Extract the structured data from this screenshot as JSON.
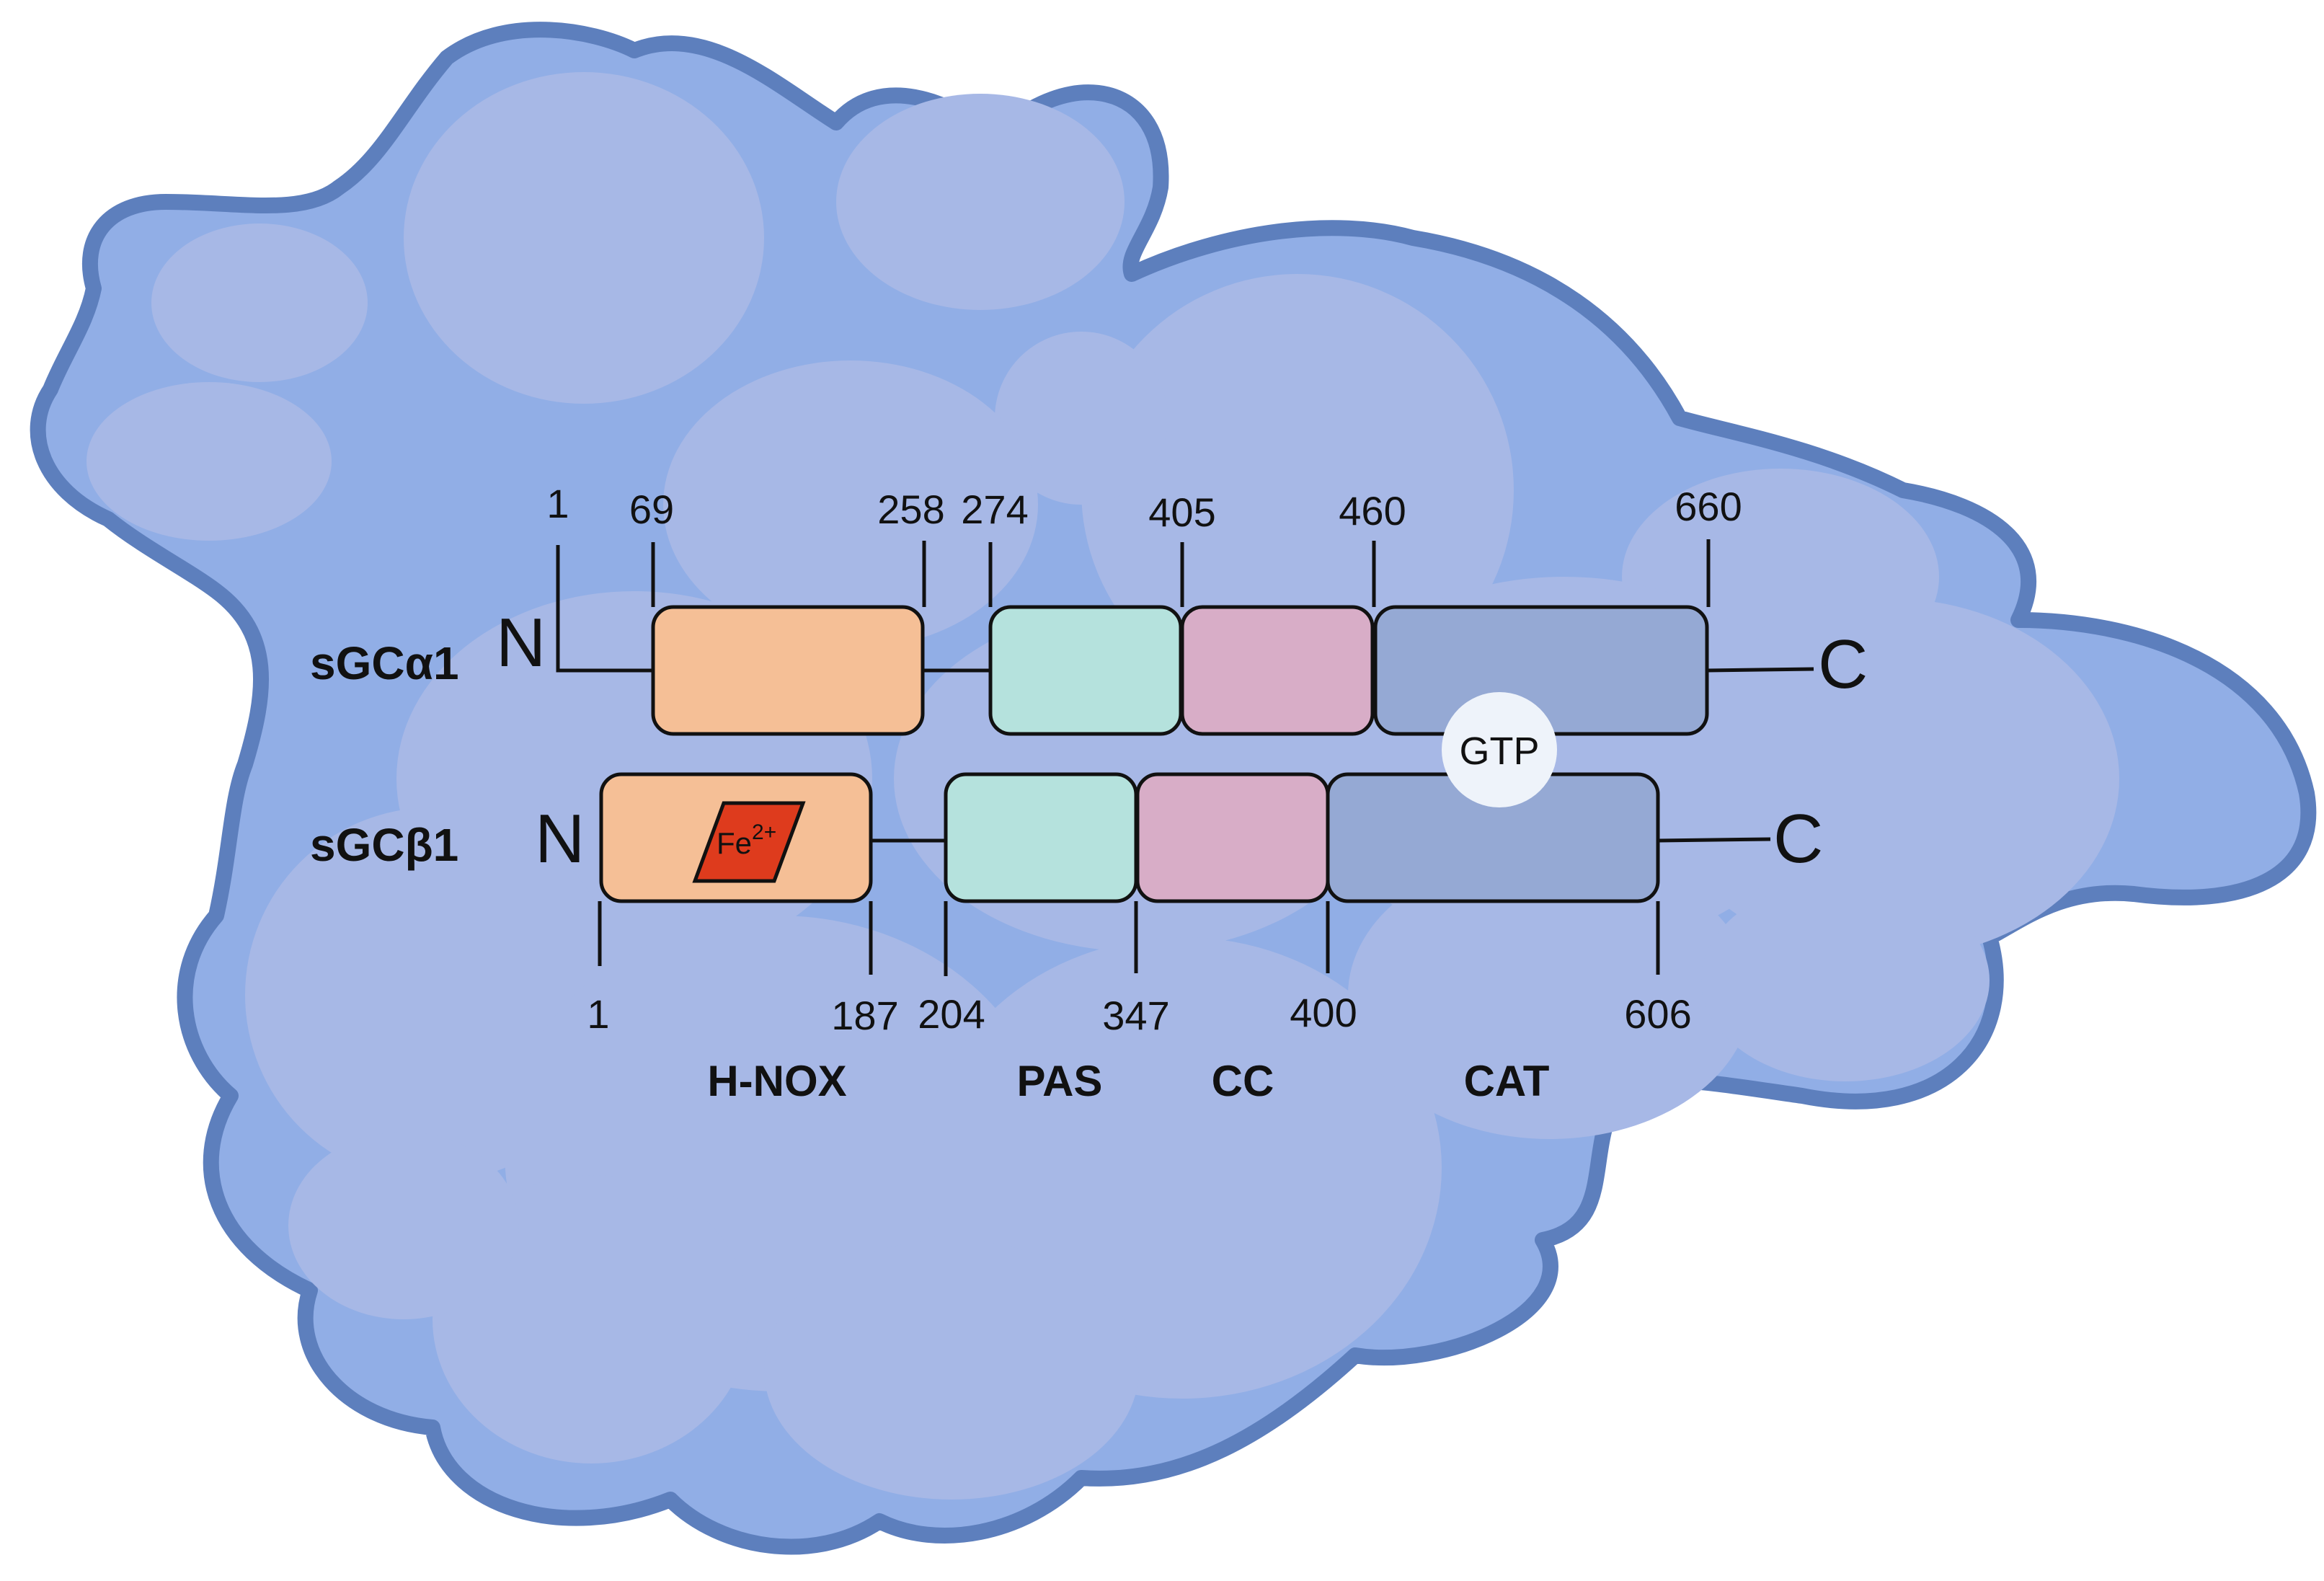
{
  "colors": {
    "cell_fill": "#91aee6",
    "cell_outline": "#5d7fbd",
    "blob_fill": "#a7b8e6",
    "hnox": "#f5bf96",
    "pas": "#b5e2dd",
    "cc": "#d8adc7",
    "cat": "#95a9d4",
    "heme": "#de3b1d",
    "gtp": "#eef3fa"
  },
  "chains": {
    "alpha": {
      "label": "sGCα1",
      "n_label": "N",
      "c_label": "C",
      "positions": [
        "1",
        "69",
        "258",
        "274",
        "405",
        "460",
        "660"
      ]
    },
    "beta": {
      "label": "sGCβ1",
      "n_label": "N",
      "c_label": "C",
      "positions": [
        "1",
        "187",
        "204",
        "347",
        "400",
        "606"
      ]
    }
  },
  "ligands": {
    "gtp": "GTP",
    "heme_base": "Fe",
    "heme_charge": "2+"
  },
  "domains": {
    "hnox": "H-NOX",
    "pas": "PAS",
    "cc": "CC",
    "cat": "CAT"
  }
}
